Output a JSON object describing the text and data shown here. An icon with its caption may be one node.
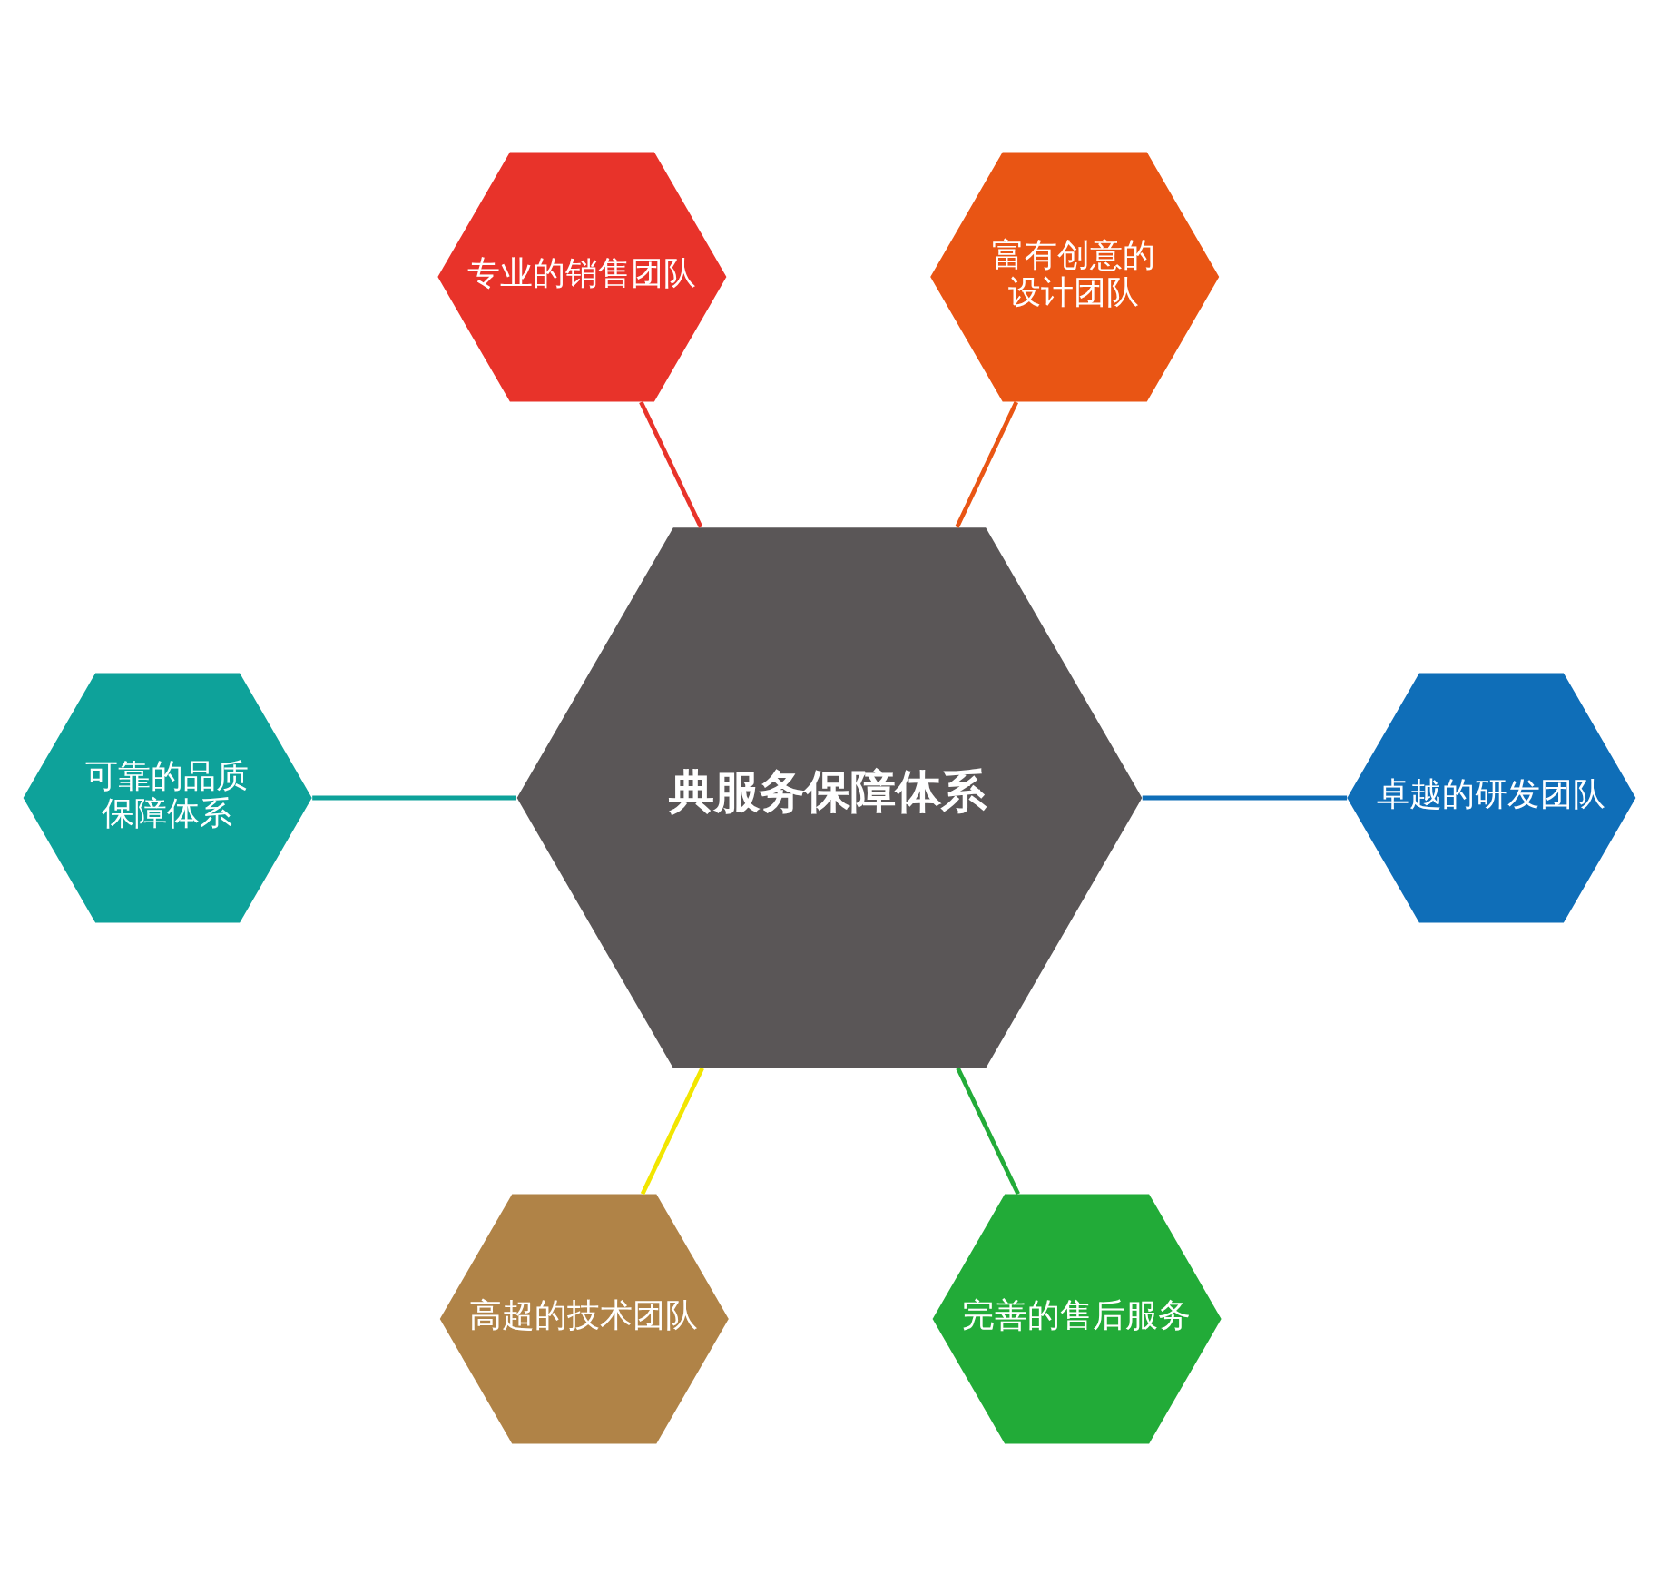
{
  "diagram": {
    "nodes": [
      {
        "text": [
          "专业的销售团队"
        ]
      },
      {
        "text": [
          "富有创意的设计团队"
        ]
      },
      {
        "text": [
          "可靠的品质保障体系"
        ]
      },
      {
        "text": [
          "典服务保障体系"
        ]
      },
      {
        "text": [
          "卓越的研发团队"
        ]
      },
      {
        "text": [
          "高超的技术团队"
        ]
      },
      {
        "text": [
          "完善的售后服务"
        ]
      }
    ],
    "edges": [
      {
        "from": 0,
        "to": 3,
        "arrow": "none",
        "color": "#e8332a"
      },
      {
        "from": 1,
        "to": 3,
        "arrow": "none",
        "color": "#e95514"
      },
      {
        "from": 2,
        "to": 3,
        "arrow": "none",
        "color": "#0ea29a"
      },
      {
        "from": 3,
        "to": 4,
        "arrow": "none",
        "color": "#0f6eb8"
      },
      {
        "from": 3,
        "to": 5,
        "arrow": "none",
        "color": "#f2e600"
      },
      {
        "from": 3,
        "to": 6,
        "arrow": "none",
        "color": "#22ab38"
      }
    ]
  }
}
